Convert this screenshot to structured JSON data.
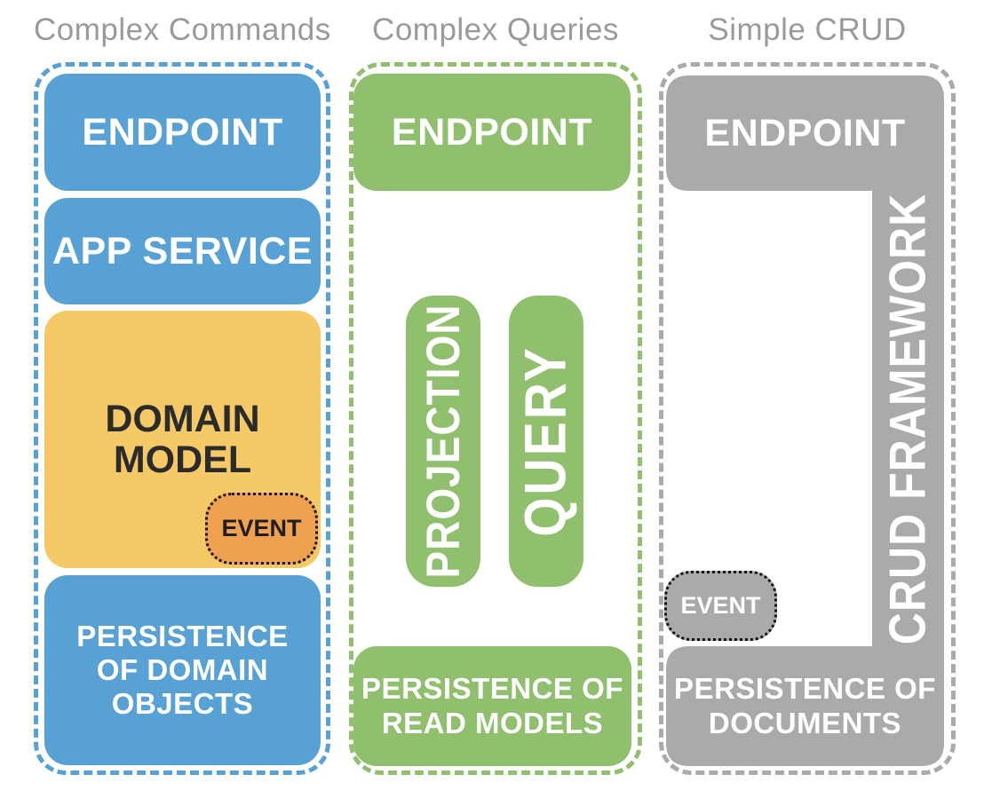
{
  "diagram": {
    "complex_commands": {
      "title": "Complex Commands",
      "endpoint": "ENDPOINT",
      "app_service": "APP SERVICE",
      "domain_model": "DOMAIN\nMODEL",
      "event": "EVENT",
      "persistence": "PERSISTENCE\nOF DOMAIN\nOBJECTS"
    },
    "complex_queries": {
      "title": "Complex Queries",
      "endpoint": "ENDPOINT",
      "projection": "PROJECTION",
      "query": "QUERY",
      "persistence": "PERSISTENCE OF\nREAD MODELS"
    },
    "simple_crud": {
      "title": "Simple CRUD",
      "endpoint": "ENDPOINT",
      "crud_framework": "CRUD FRAMEWORK",
      "event": "EVENT",
      "persistence": "PERSISTENCE OF\nDOCUMENTS"
    },
    "colors": {
      "command_blue": "#58a1d4",
      "query_green": "#90bf6e",
      "crud_gray": "#aaaaaa",
      "domain_yellow": "#f5ca66",
      "event_orange": "#f0a14f",
      "heading_gray": "#9a9a9a",
      "dark_text": "#1e1e1e",
      "light_text": "#ffffff"
    }
  }
}
